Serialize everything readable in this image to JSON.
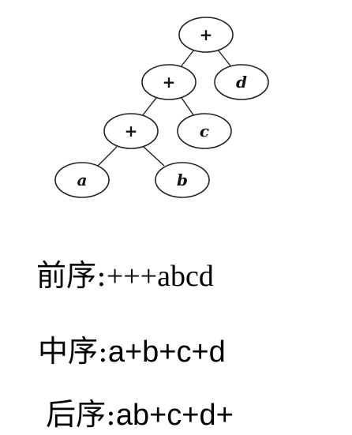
{
  "tree": {
    "nodes": [
      {
        "id": "root",
        "label": "+",
        "kind": "operator"
      },
      {
        "id": "op2",
        "label": "+",
        "kind": "operator"
      },
      {
        "id": "d",
        "label": "d",
        "kind": "variable"
      },
      {
        "id": "op3",
        "label": "+",
        "kind": "operator"
      },
      {
        "id": "c",
        "label": "c",
        "kind": "variable"
      },
      {
        "id": "a",
        "label": "a",
        "kind": "variable"
      },
      {
        "id": "b",
        "label": "b",
        "kind": "variable"
      }
    ],
    "edges": [
      [
        "root",
        "op2"
      ],
      [
        "root",
        "d"
      ],
      [
        "op2",
        "op3"
      ],
      [
        "op2",
        "c"
      ],
      [
        "op3",
        "a"
      ],
      [
        "op3",
        "b"
      ]
    ]
  },
  "traversals": {
    "preorder": {
      "label": "前序:",
      "value": "+++abcd"
    },
    "inorder": {
      "label": "中序:",
      "value": "a+b+c+d"
    },
    "postorder": {
      "label": "后序:",
      "value": "ab+c+d+"
    }
  }
}
